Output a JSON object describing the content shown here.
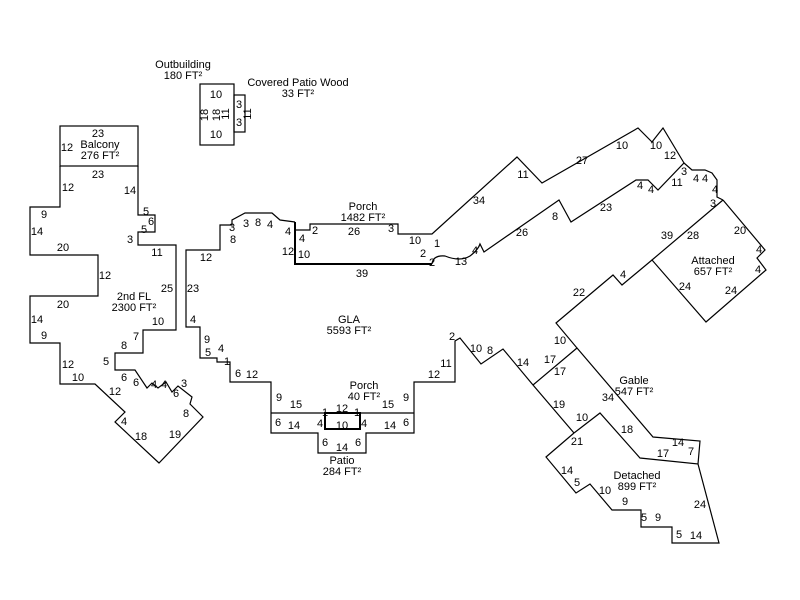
{
  "areas": [
    {
      "name": "Outbuilding",
      "size": "180 FT²"
    },
    {
      "name": "Covered Patio Wood",
      "size": "33 FT²"
    },
    {
      "name": "Balcony",
      "size": "276 FT²"
    },
    {
      "name": "2nd FL",
      "size": "2300 FT²"
    },
    {
      "name": "GLA",
      "size": "5593 FT²"
    },
    {
      "name": "Porch",
      "size": "1482 FT²"
    },
    {
      "name": "Porch",
      "size": "40 FT²"
    },
    {
      "name": "Patio",
      "size": "284 FT²"
    },
    {
      "name": "Attached",
      "size": "657 FT²"
    },
    {
      "name": "Gable",
      "size": "547 FT²"
    },
    {
      "name": "Detached",
      "size": "899 FT²"
    }
  ],
  "dimensions": {
    "outbuilding": [
      "10",
      "10",
      "18",
      "18",
      "3",
      "3",
      "11",
      "11"
    ],
    "second_floor": [
      "23",
      "12",
      "23",
      "12",
      "14",
      "5",
      "6",
      "5",
      "3",
      "9",
      "14",
      "20",
      "11",
      "12",
      "25",
      "20",
      "14",
      "9",
      "10",
      "8",
      "7",
      "5",
      "12",
      "10",
      "6",
      "6",
      "4",
      "4",
      "6",
      "3",
      "8",
      "12",
      "4",
      "18",
      "19"
    ],
    "gla": [
      "12",
      "3",
      "8",
      "3",
      "8",
      "4",
      "4",
      "12",
      "23",
      "4",
      "9",
      "5",
      "4",
      "1",
      "6",
      "12",
      "9",
      "15",
      "6",
      "14",
      "4",
      "1",
      "12",
      "1",
      "4",
      "10",
      "15",
      "9",
      "14",
      "6",
      "6",
      "14",
      "6",
      "12",
      "11",
      "2",
      "10",
      "8",
      "14",
      "17",
      "17",
      "19",
      "10",
      "21",
      "34",
      "18",
      "17",
      "14",
      "7",
      "14",
      "5",
      "10",
      "9",
      "5",
      "9",
      "24",
      "5",
      "14"
    ],
    "porch_garage": [
      "4",
      "2",
      "26",
      "3",
      "10",
      "10",
      "2",
      "1",
      "2",
      "13",
      "4",
      "39",
      "34",
      "11",
      "27",
      "10",
      "10",
      "12",
      "26",
      "8",
      "23",
      "4",
      "4",
      "11",
      "3",
      "4",
      "4",
      "4",
      "3",
      "39",
      "28",
      "20",
      "4",
      "4",
      "24",
      "24",
      "22",
      "4",
      "10"
    ]
  }
}
